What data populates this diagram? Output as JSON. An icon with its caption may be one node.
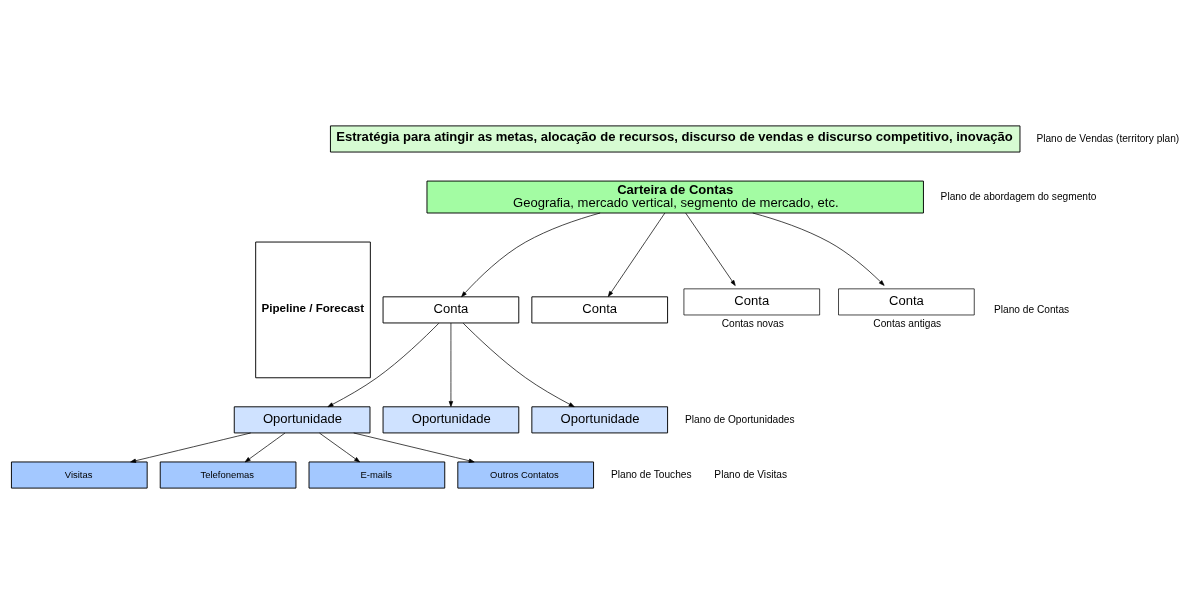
{
  "diagram": {
    "nodes": [
      {
        "text": [
          "Estratégia para atingir as metas, alocação de recursos, discurso de vendas e discurso competitivo, inovação"
        ]
      },
      {
        "text": [
          "Pipeline / Forecast"
        ]
      },
      {
        "text": [
          "Carteira de Contas",
          "Geografia, mercado vertical, segmento de mercado, etc."
        ]
      },
      {
        "text": [
          "Conta"
        ]
      },
      {
        "text": [
          "Conta"
        ]
      },
      {
        "text": [
          "Conta"
        ],
        "beside": [
          "Contas novas"
        ]
      },
      {
        "text": [
          "Conta"
        ],
        "beside": [
          "Contas antigas"
        ]
      },
      {
        "text": [
          "Oportunidade"
        ]
      },
      {
        "text": [
          "Oportunidade"
        ]
      },
      {
        "text": [
          "Oportunidade"
        ]
      },
      {
        "text": [
          "Visitas"
        ]
      },
      {
        "text": [
          "Telefonemas"
        ]
      },
      {
        "text": [
          "E-mails"
        ]
      },
      {
        "text": [
          "Outros Contatos"
        ]
      }
    ],
    "edges": [
      {
        "from": 2,
        "to": 3,
        "arrow": "to"
      },
      {
        "from": 2,
        "to": 4,
        "arrow": "to"
      },
      {
        "from": 2,
        "to": 5,
        "arrow": "to"
      },
      {
        "from": 2,
        "to": 6,
        "arrow": "to"
      },
      {
        "from": 3,
        "to": 7,
        "arrow": "to"
      },
      {
        "from": 3,
        "to": 8,
        "arrow": "to"
      },
      {
        "from": 3,
        "to": 9,
        "arrow": "to"
      },
      {
        "from": 7,
        "to": 10,
        "arrow": "to"
      },
      {
        "from": 7,
        "to": 11,
        "arrow": "to"
      },
      {
        "from": 7,
        "to": 12,
        "arrow": "to"
      },
      {
        "from": 7,
        "to": 13,
        "arrow": "to"
      }
    ],
    "labels": [
      "Plano de Vendas (territory plan)",
      "Plano de abordagem do segmento",
      "Plano de Contas",
      "Plano de Oportunidades",
      "Plano de Touches",
      "Plano de Visitas"
    ]
  }
}
